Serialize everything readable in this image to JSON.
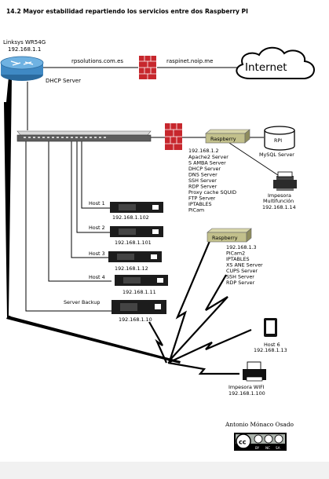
{
  "title": "14.2 Mayor estabilidad repartiendo los servicios entre dos Raspberry PI",
  "router": {
    "name": "Linksys WR54G",
    "ip": "192.168.1.1",
    "role": "DHCP Server"
  },
  "domains": {
    "left": "rpsolutions.com.es",
    "right": "raspinet.noip.me"
  },
  "cloud": {
    "label": "Internet"
  },
  "raspberry1": {
    "tag": "Raspberry",
    "ip": "192.168.1.2",
    "services": [
      "Apache2 Server",
      "S AMBA Server",
      "DHCP Server",
      "DNS Server",
      "SSH Server",
      "RDP Server",
      "Proxy cache SQUID",
      "FTP Server",
      "IPTABLES",
      "PiCam"
    ]
  },
  "rpi_db": {
    "label": "RPI",
    "caption": "MySQL Server"
  },
  "printer_multi": {
    "name": "Impesora",
    "name2": "Multifunción",
    "ip": "192.168.1.14"
  },
  "raspberry2": {
    "tag": "Raspberry",
    "ip": "192.168.1.3",
    "services": [
      "PiCam2",
      "IPTABLES",
      "XS ANE Server",
      "CUPS Server",
      "SSH Server",
      "RDP Server"
    ]
  },
  "hosts": [
    {
      "name": "Host 1",
      "ip": "192.168.1.102"
    },
    {
      "name": "Host 2",
      "ip": "192.168.1.101"
    },
    {
      "name": "Host 3",
      "ip": "192.168.1.12"
    },
    {
      "name": "Host 4",
      "ip": "192.168.1.11"
    },
    {
      "name": "Server Backup",
      "ip": "192.168.1.10"
    }
  ],
  "host6": {
    "name": "Host 6",
    "ip": "192.168.1.13"
  },
  "printer_wifi": {
    "name": "Impesora WIFI",
    "ip": "192.168.1.100"
  },
  "author": "Antonio Mónaco Osado",
  "license": {
    "badge": "cc",
    "terms": [
      "BY",
      "NC",
      "SA"
    ]
  }
}
